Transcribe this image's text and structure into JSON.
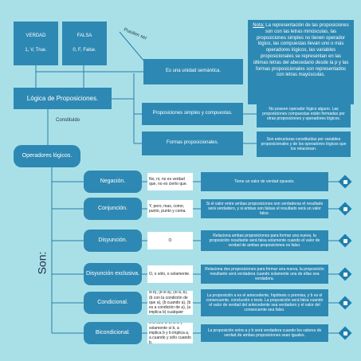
{
  "truth_true": {
    "title": "VERDAD",
    "values": "1, V, True."
  },
  "truth_false": {
    "title": "FALSA",
    "values": "0, F, False."
  },
  "pueden_ser": "Pueden ser",
  "semantic_unit": "Es una unidad semántica.",
  "note": {
    "prefix": "Nota:",
    "text": " La representación de las proposiciones son con las letras minúsculas, las proposiciones simples no tienen operador lógico, las compuestas llevan uno o más operadores lógicos, las variables proposicionales se representan en las últimas letras del abecedario desde la p y las formas proposicionales son representados con letras mayúsculas."
  },
  "main_topic": "Lógica de Proposiciones.",
  "simple_compound": "Proposiciones simples y compuestas.",
  "simple_compound_desc": "No poseen operador lógico alguno. Las proposiciones compuestas están formadas por otras proposiciones y operadores lógicos.",
  "prop_forms": "Formas proposicionales.",
  "prop_forms_desc": "Son estructuras constituidas por variables proposicionales y de los operadores lógicos que los relacionan.",
  "constituido": "Constituido",
  "operators_title": "Operadores lógicos.",
  "son_label": "Son:",
  "operators": [
    {
      "name": "Negación.",
      "words": "No, ni, no es verdad que, no es cierto que.",
      "desc": "Tiene un valor de verdad opuesto."
    },
    {
      "name": "Conjunción.",
      "words": "Y, pero, mas, como, punto, punto y coma.",
      "desc": "Si el valor entre ambas proposiciones son verdaderas el resultado será verdadero, y si ambas son falsas el resultado será un valor falso."
    },
    {
      "name": "Disyunción.",
      "words": "O",
      "desc": "Relaciona ambas proposiciones para formar una nueva, la proposición resultante será falsa solamente cuando el valor de verdad de ambas proposiciones es falso."
    },
    {
      "name": "Disyunción exclusiva.",
      "words": "O, o sólo, o solamente.",
      "desc": "Relaciona dos proposiciones para formar una nueva, la proposición resultante será verdadera cuando solamente una de ellas sea verdadera."
    },
    {
      "name": "Condicional.",
      "words": "(Si a, entonces b), (a sólo si b), (a solamente si b), (b si a), (si a, b), (b con la condición de que a), (b cuando a), (b es a condición de a), (a implica b) cualquier acción que denote efecto y causa.",
      "desc": "La proposición a es el antecedente, hipótesis o premisa, y b es el consecuente, conclusión o tesis. La proposición será falsa cuando el valor de verdad del antecedente sea verdadero y el valor del consecuente sea falso."
    },
    {
      "name": "Bicondicional.",
      "words": "a si sólo si b, a si y solamente si b, a implica b y b implica a, a cuando y sólo cuando b.",
      "desc": "La proposición entre a y b será verdadera cuando los valores de verdad de ambas proposiciones sean iguales."
    }
  ],
  "colors": {
    "background": "#a9e0e8",
    "box": "#2d89b3",
    "line": "#2a7da8",
    "text_dark": "#1f2f4a"
  }
}
